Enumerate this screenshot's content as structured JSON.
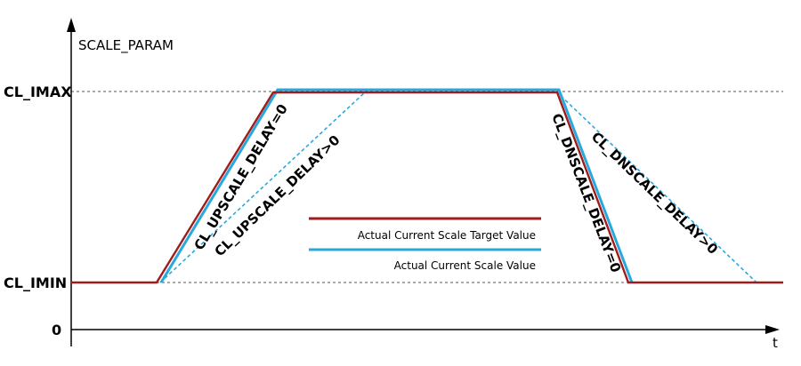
{
  "diagram": {
    "y_axis_title": "SCALE_PARAM",
    "x_axis_title": "t",
    "y_labels": {
      "imax": "CL_IMAX",
      "imin": "CL_IMIN",
      "zero": "0"
    },
    "annotations": {
      "upscale_zero": "CL_UPSCALE_DELAY=0",
      "upscale_pos": "CL_UPSCALE_DELAY>0",
      "dnscale_zero": "CL_DNSCALE_DELAY=0",
      "dnscale_pos": "CL_DNSCALE_DELAY>0"
    },
    "legend": [
      {
        "label": "Actual Current Scale Target Value",
        "color": "#a01c1c"
      },
      {
        "label": "Actual Current Scale Value",
        "color": "#27a9de"
      }
    ],
    "colors": {
      "target": "#a01c1c",
      "actual": "#27a9de",
      "axis": "#000000",
      "dashed_guides": "#555555"
    }
  }
}
